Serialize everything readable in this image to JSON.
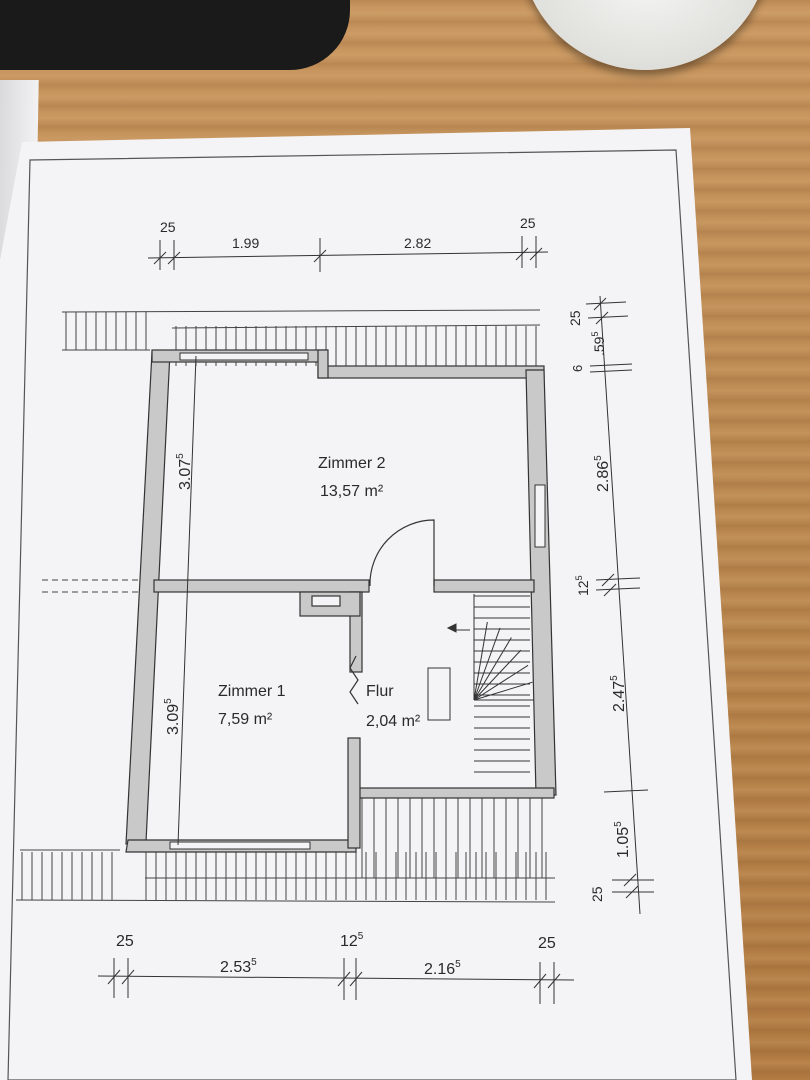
{
  "plan": {
    "rooms": [
      {
        "name": "Zimmer 2",
        "area": "13,57 m²"
      },
      {
        "name": "Zimmer 1",
        "area": "7,59 m²"
      },
      {
        "name": "Flur",
        "area": "2,04 m²"
      }
    ],
    "dims_top": {
      "left_wall": "25",
      "seg1": "1.99",
      "seg2": "2.82",
      "right_wall": "25"
    },
    "dims_bottom": {
      "left_wall": "25",
      "seg1_main": "2.53",
      "seg1_sup": "5",
      "mid_main": "12",
      "mid_sup": "5",
      "seg2_main": "2.16",
      "seg2_sup": "5",
      "right_wall": "25"
    },
    "dims_left": {
      "upper_main": "3.07",
      "upper_sup": "5",
      "lower_main": "3.09",
      "lower_sup": "5"
    },
    "dims_right": {
      "top": "25",
      "a_main": ".59",
      "a_sup": "5",
      "b": "6",
      "c_main": "2.86",
      "c_sup": "5",
      "d_main": "12",
      "d_sup": "5",
      "e_main": "2.47",
      "e_sup": "5",
      "f_main": "1.05",
      "f_sup": "5",
      "bottom": "25"
    }
  },
  "colors": {
    "wall": "#c9c9c9",
    "line": "#333333",
    "paper": "#f4f4f6",
    "wood": "#c08c54"
  }
}
